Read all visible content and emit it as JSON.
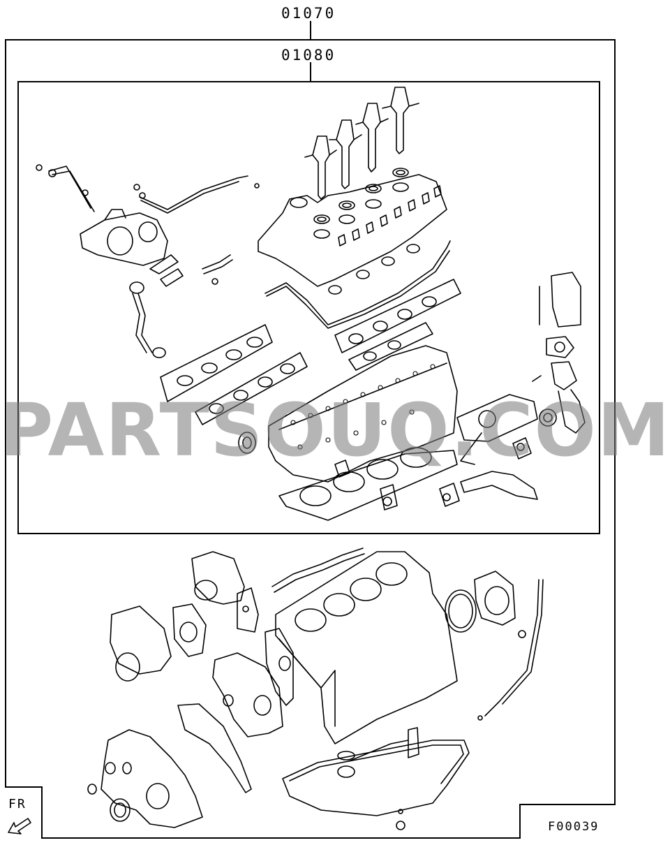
{
  "diagram": {
    "outer_kit_code": "01070",
    "inner_kit_code": "01080",
    "figure_code": "F00039",
    "direction_label": "FR"
  },
  "watermark": "PARTSOUQ.COM"
}
